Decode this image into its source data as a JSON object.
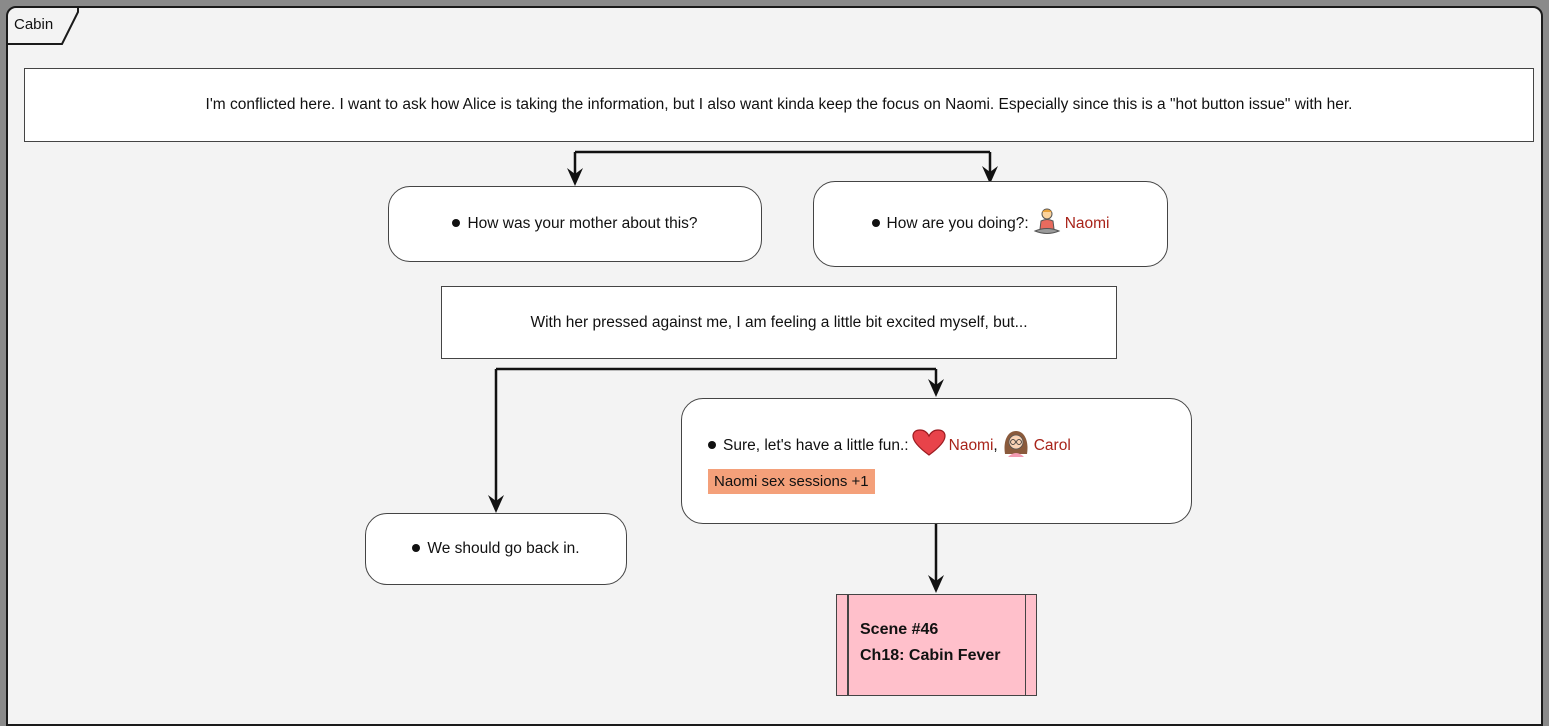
{
  "group": {
    "title": "Cabin"
  },
  "nodes": {
    "intro_text": "I'm conflicted here. I want to ask how Alice is taking the information, but I also want kinda keep the focus on Naomi. Especially since this is a \"hot button issue\" with her.",
    "choice_mother": "How was your mother about this?",
    "choice_doing": "How are you doing?:",
    "choice_doing_char": "Naomi",
    "mid_text": "With her pressed against me, I am feeling a little bit excited myself, but...",
    "choice_fun": "Sure, let's have a little fun.:",
    "choice_fun_char1": "Naomi",
    "choice_fun_sep": ",",
    "choice_fun_char2": "Carol",
    "choice_fun_badge": "Naomi sex sessions +1",
    "choice_back": "We should go back in.",
    "scene_number": "Scene #46",
    "scene_title": "Ch18: Cabin Fever"
  },
  "colors": {
    "character_name": "#a8241a",
    "badge": "#f4a07a",
    "scene_fill": "#ffc0cb"
  },
  "icons": [
    "meditating-person-icon",
    "heart-icon",
    "woman-glasses-icon"
  ]
}
